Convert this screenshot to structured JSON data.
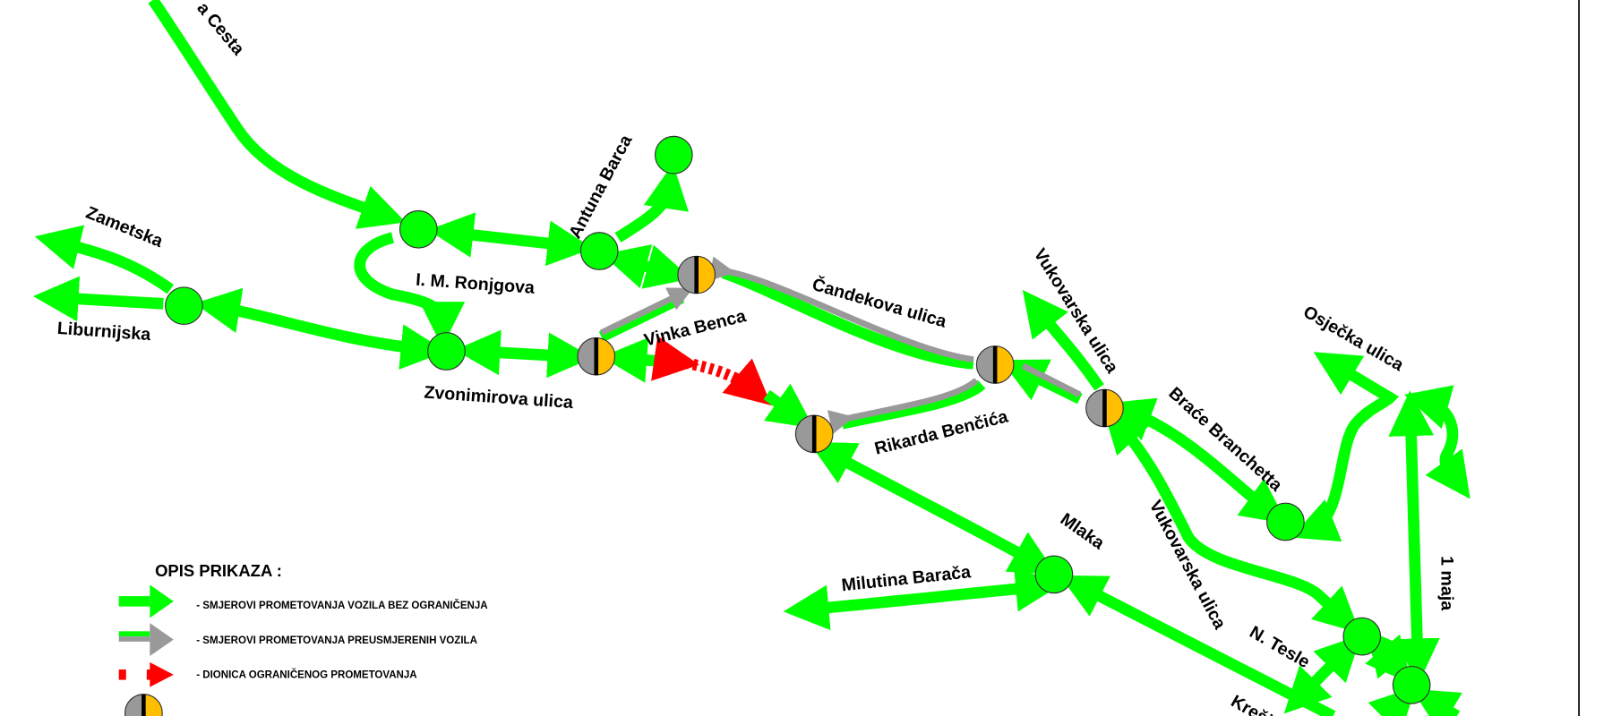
{
  "colors": {
    "unrestricted": "#00ff00",
    "redirected": "#999999",
    "restricted": "#ff0000",
    "temp_node_left": "#999999",
    "temp_node_right": "#ffbf00"
  },
  "streets": {
    "cesta": "a Cesta",
    "zametska": "Zametska",
    "liburnijska": "Liburnijska",
    "ronjgova": "I. M. Ronjgova",
    "zvonimirova": "Zvonimirova ulica",
    "antuna_barca": "Antuna Barca",
    "vinka_benca": "Vinka Benca",
    "candekova": "Čandekova ulica",
    "rikarda": "Rikarda Benčića",
    "vukovarska_n": "Vukovarska ulica",
    "vukovarska_s": "Vukovarska ulica",
    "brace": "Braće Branchetta",
    "osijecka": "Osječka ulica",
    "jedan_maja": "1 maja",
    "mlaka": "Mlaka",
    "milutina": "Milutina Barača",
    "tesle": "N. Tesle",
    "kresimirova": "Kreši"
  },
  "legend": {
    "title": "OPIS PRIKAZA :",
    "items": [
      {
        "icon": "green-arrow",
        "label": "- SMJEROVI PROMETOVANJA VOZILA BEZ OGRANIČENJA"
      },
      {
        "icon": "gray-arrow",
        "label": "- SMJEROVI PROMETOVANJA PREUSMJERENIH  VOZILA"
      },
      {
        "icon": "red-dashed-arrow",
        "label": "- DIONICA OGRANIČENOG PROMETOVANJA"
      },
      {
        "icon": "gray-orange-node",
        "label": ""
      }
    ]
  }
}
